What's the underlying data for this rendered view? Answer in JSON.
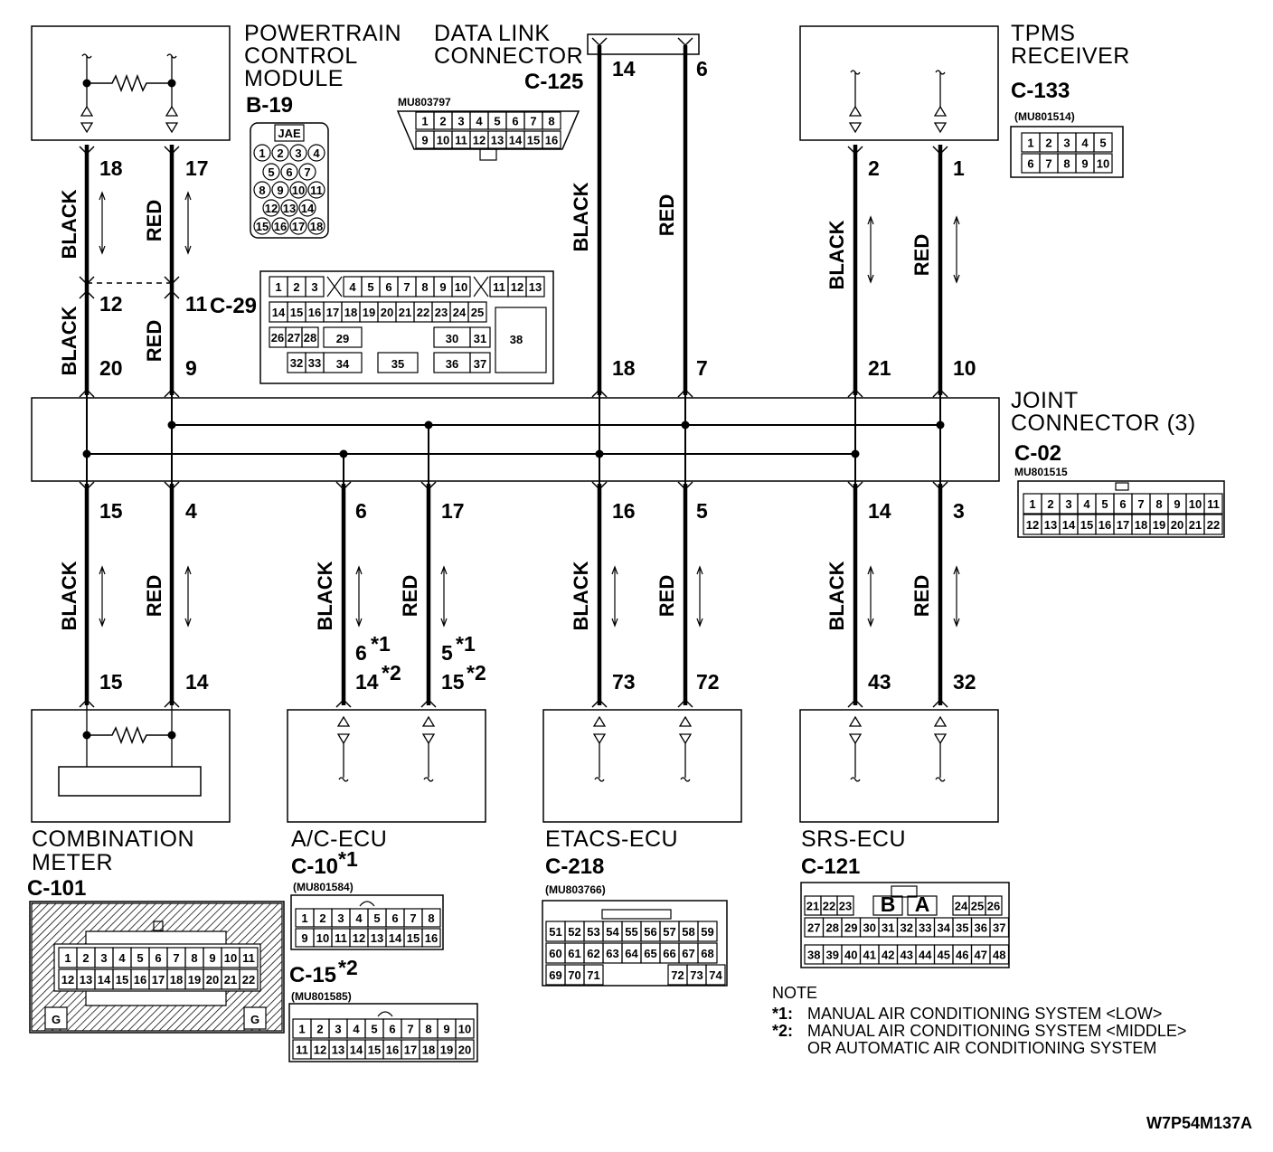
{
  "components": {
    "pcm": {
      "title": [
        "POWERTRAIN",
        "CONTROL",
        "MODULE"
      ],
      "connector": "B-19",
      "maker": "JAE"
    },
    "dlc": {
      "title": [
        "DATA LINK",
        "CONNECTOR"
      ],
      "connector": "C-125",
      "part": "MU803797"
    },
    "tpms": {
      "title": [
        "TPMS",
        "RECEIVER"
      ],
      "connector": "C-133",
      "part": "(MU801514)"
    },
    "joint": {
      "title": [
        "JOINT",
        "CONNECTOR (3)"
      ],
      "connector": "C-02",
      "part": "MU801515"
    },
    "relay": {
      "connector": "C-29"
    },
    "meter": {
      "title": [
        "COMBINATION",
        "METER"
      ],
      "connector": "C-101"
    },
    "ac": {
      "title": "A/C-ECU",
      "connector1": "C-10",
      "connector1_star": "*1",
      "part1": "(MU801584)",
      "connector2": "C-15",
      "connector2_star": "*2",
      "part2": "(MU801585)"
    },
    "etacs": {
      "title": "ETACS-ECU",
      "connector": "C-218",
      "part": "(MU803766)"
    },
    "srs": {
      "title": "SRS-ECU",
      "connector": "C-121"
    }
  },
  "wires": {
    "black": "BLACK",
    "red": "RED"
  },
  "pins": {
    "pcm_black": "18",
    "pcm_red": "17",
    "c29_black": "12",
    "c29_red": "11",
    "j_top_black_pcm": "20",
    "j_top_red_pcm": "9",
    "dlc_black": "14",
    "dlc_red": "6",
    "j_top_black_dlc": "18",
    "j_top_red_dlc": "7",
    "tpms_black": "2",
    "tpms_red": "1",
    "j_top_black_tpms": "21",
    "j_top_red_tpms": "10",
    "j_bot": [
      "15",
      "4",
      "6",
      "17",
      "16",
      "5",
      "14",
      "3"
    ],
    "meter_black": "15",
    "meter_red": "14",
    "ac_black_1": "6",
    "ac_black_2": "14",
    "ac_red_1": "5",
    "ac_red_2": "15",
    "etacs_black": "73",
    "etacs_red": "72",
    "srs_black": "43",
    "srs_red": "32"
  },
  "stars": {
    "s1": "*1",
    "s2": "*2"
  },
  "connector_faces": {
    "b19": [
      "1",
      "2",
      "3",
      "4",
      "5",
      "6",
      "7",
      "8",
      "9",
      "10",
      "11",
      "12",
      "13",
      "14",
      "15",
      "16",
      "17",
      "18"
    ],
    "c125_top": [
      "1",
      "2",
      "3",
      "4",
      "5",
      "6",
      "7",
      "8"
    ],
    "c125_bot": [
      "9",
      "10",
      "11",
      "12",
      "13",
      "14",
      "15",
      "16"
    ],
    "c133_top": [
      "1",
      "2",
      "3",
      "4",
      "5"
    ],
    "c133_bot": [
      "6",
      "7",
      "8",
      "9",
      "10"
    ],
    "c29_r1a": [
      "1",
      "2",
      "3"
    ],
    "c29_r1b": [
      "4",
      "5",
      "6",
      "7",
      "8",
      "9",
      "10"
    ],
    "c29_r1c": [
      "11",
      "12",
      "13"
    ],
    "c29_r2": [
      "14",
      "15",
      "16",
      "17",
      "18",
      "19",
      "20",
      "21",
      "22",
      "23",
      "24",
      "25"
    ],
    "c29_r3": [
      "26",
      "27",
      "28",
      "29",
      "30",
      "31",
      "38"
    ],
    "c29_r4": [
      "32",
      "33",
      "34",
      "35",
      "36",
      "37"
    ],
    "c02_top": [
      "1",
      "2",
      "3",
      "4",
      "5",
      "6",
      "7",
      "8",
      "9",
      "10",
      "11"
    ],
    "c02_bot": [
      "12",
      "13",
      "14",
      "15",
      "16",
      "17",
      "18",
      "19",
      "20",
      "21",
      "22"
    ],
    "c101_top": [
      "1",
      "2",
      "3",
      "4",
      "5",
      "6",
      "7",
      "8",
      "9",
      "10",
      "11"
    ],
    "c101_bot": [
      "12",
      "13",
      "14",
      "15",
      "16",
      "17",
      "18",
      "19",
      "20",
      "21",
      "22"
    ],
    "c101_g": "G",
    "c10_top": [
      "1",
      "2",
      "3",
      "4",
      "5",
      "6",
      "7",
      "8"
    ],
    "c10_bot": [
      "9",
      "10",
      "11",
      "12",
      "13",
      "14",
      "15",
      "16"
    ],
    "c15_top": [
      "1",
      "2",
      "3",
      "4",
      "5",
      "6",
      "7",
      "8",
      "9",
      "10"
    ],
    "c15_bot": [
      "11",
      "12",
      "13",
      "14",
      "15",
      "16",
      "17",
      "18",
      "19",
      "20"
    ],
    "c218_r1": [
      "51",
      "52",
      "53",
      "54",
      "55",
      "56",
      "57",
      "58",
      "59"
    ],
    "c218_r2": [
      "60",
      "61",
      "62",
      "63",
      "64",
      "65",
      "66",
      "67",
      "68"
    ],
    "c218_r3": [
      "69",
      "70",
      "71",
      "72",
      "73",
      "74"
    ],
    "c121_r1a": [
      "21",
      "22",
      "23"
    ],
    "c121_r1b": [
      "24",
      "25",
      "26"
    ],
    "c121_b": "B",
    "c121_a": "A",
    "c121_r2": [
      "27",
      "28",
      "29",
      "30",
      "31",
      "32",
      "33",
      "34",
      "35",
      "36",
      "37"
    ],
    "c121_r3": [
      "38",
      "39",
      "40",
      "41",
      "42",
      "43",
      "44",
      "45",
      "46",
      "47",
      "48"
    ]
  },
  "note": {
    "heading": "NOTE",
    "n1_mark": "*1:",
    "n1": "MANUAL AIR CONDITIONING SYSTEM <LOW>",
    "n2_mark": "*2:",
    "n2": "MANUAL AIR CONDITIONING SYSTEM <MIDDLE>",
    "n3": "OR AUTOMATIC AIR CONDITIONING SYSTEM"
  },
  "diagram_code": "W7P54M137A"
}
